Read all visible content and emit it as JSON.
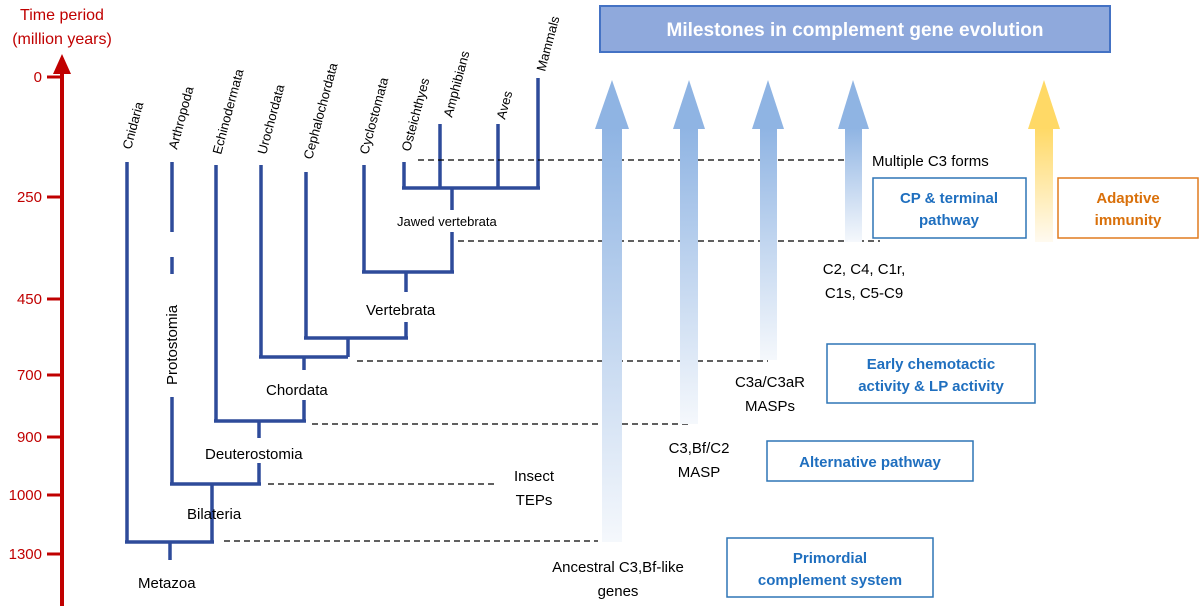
{
  "header": {
    "title": "Milestones in complement gene evolution"
  },
  "axis": {
    "title_line1": "Time period",
    "title_line2": "(million years)",
    "ticks": [
      "0",
      "250",
      "450",
      "700",
      "900",
      "1000",
      "1300"
    ]
  },
  "taxa": [
    "Cnidaria",
    "Arthropoda",
    "Echinodermata",
    "Urochordata",
    "Cephalochordata",
    "Cyclostomata",
    "Osteichthyes",
    "Amphibians",
    "Aves",
    "Mammals"
  ],
  "clades": {
    "metazoa": "Metazoa",
    "bilateria": "Bilateria",
    "deuterostomia": "Deuterostomia",
    "protostomia": "Protostomia",
    "chordata": "Chordata",
    "vertebrata": "Vertebrata",
    "jawed_vertebrata": "Jawed vertebrata"
  },
  "genes": {
    "ancestral_line1": "Ancestral C3,Bf-like",
    "ancestral_line2": "genes",
    "insect_line1": "Insect",
    "insect_line2": "TEPs",
    "c3bf_line1": "C3,Bf/C2",
    "c3bf_line2": "MASP",
    "c3a_line1": "C3a/C3aR",
    "c3a_line2": "MASPs",
    "c2_line1": "C2, C4, C1r,",
    "c2_line2": "C1s, C5-C9",
    "multiple_c3": "Multiple C3 forms"
  },
  "boxes": {
    "primordial_line1": "Primordial",
    "primordial_line2": "complement system",
    "alternative": "Alternative pathway",
    "early_line1": "Early chemotactic",
    "early_line2": "activity & LP activity",
    "cp_line1": "CP & terminal",
    "cp_line2": "pathway",
    "adaptive_line1": "Adaptive",
    "adaptive_line2": "immunity"
  },
  "colors": {
    "axis": "#c00000",
    "tree": "#2e4b9a",
    "box_text_blue": "#1f6fbf",
    "box_text_orange": "#d9700a",
    "header_fill": "#8fa9dc",
    "header_border": "#4472c4",
    "arrow_blue": "#8fb4e3",
    "arrow_yellow": "#ffd966"
  }
}
